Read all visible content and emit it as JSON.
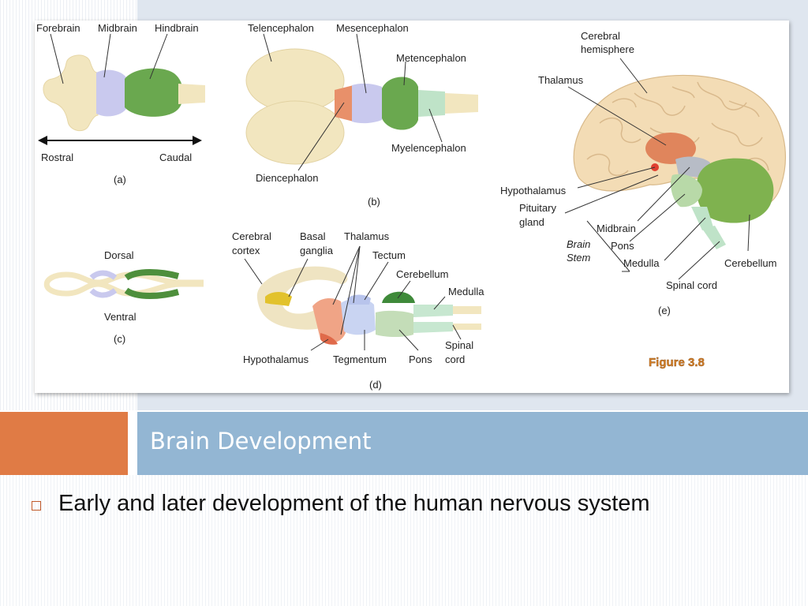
{
  "slide": {
    "title": "Brain Development",
    "bullets": [
      "Early and later development of the human nervous system"
    ]
  },
  "figure": {
    "caption": "Figure 3.8",
    "panel_a": {
      "label": "(a)",
      "parts": [
        "Forebrain",
        "Midbrain",
        "Hindbrain"
      ],
      "axis_left": "Rostral",
      "axis_right": "Caudal"
    },
    "panel_b": {
      "label": "(b)",
      "parts": [
        "Telencephalon",
        "Mesencephalon",
        "Metencephalon",
        "Myelencephalon",
        "Diencephalon"
      ]
    },
    "panel_c": {
      "label": "(c)",
      "top": "Dorsal",
      "bottom": "Ventral"
    },
    "panel_d": {
      "label": "(d)",
      "parts": [
        "Cerebral",
        "cortex",
        "Basal",
        "ganglia",
        "Thalamus",
        "Tectum",
        "Cerebellum",
        "Medulla",
        "Spinal",
        "cord",
        "Hypothalamus",
        "Tegmentum",
        "Pons"
      ]
    },
    "panel_e": {
      "label": "(e)",
      "parts": [
        "Cerebral",
        "hemisphere",
        "Thalamus",
        "Hypothalamus",
        "Pituitary",
        "gland",
        "Midbrain",
        "Pons",
        "Medulla",
        "Cerebellum",
        "Spinal cord"
      ],
      "brain_stem": [
        "Brain",
        "Stem"
      ]
    }
  },
  "colors": {
    "orange_accent": "#e07b45",
    "title_bar": "#93b6d3",
    "forebrain": "#f2e6bf",
    "midbrain": "#c9c9ee",
    "hindbrain": "#6aa84f",
    "diencephalon": "#e8906a",
    "medulla": "#bfe3c8"
  }
}
